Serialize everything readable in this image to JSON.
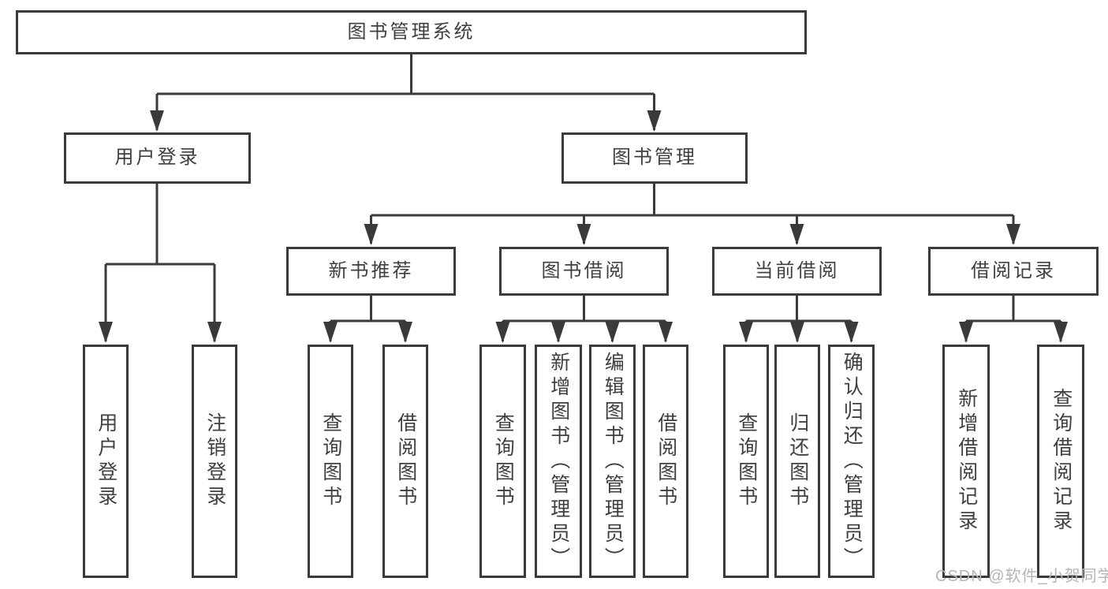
{
  "tree": {
    "label": "图书管理系统",
    "children": [
      {
        "label": "用户登录",
        "children": [
          {
            "label": "用户登录"
          },
          {
            "label": "注销登录"
          }
        ]
      },
      {
        "label": "图书管理",
        "children": [
          {
            "label": "新书推荐",
            "children": [
              {
                "label": "查询图书"
              },
              {
                "label": "借阅图书"
              }
            ]
          },
          {
            "label": "图书借阅",
            "children": [
              {
                "label": "查询图书"
              },
              {
                "label": "新增图书（管理员）"
              },
              {
                "label": "编辑图书（管理员）"
              },
              {
                "label": "借阅图书"
              }
            ]
          },
          {
            "label": "当前借阅",
            "children": [
              {
                "label": "查询图书"
              },
              {
                "label": "归还图书"
              },
              {
                "label": "确认归还（管理员）"
              }
            ]
          },
          {
            "label": "借阅记录",
            "children": [
              {
                "label": "新增借阅记录"
              },
              {
                "label": "查询借阅记录"
              }
            ]
          }
        ]
      }
    ]
  },
  "watermark": {
    "text": "CSDN @软件_小贺同学",
    "color": "#b5b5b5"
  },
  "colors": {
    "line": "#3a3a3a",
    "box_border": "#3a3a3a",
    "text": "#3f3f3f",
    "background": "#ffffff"
  }
}
